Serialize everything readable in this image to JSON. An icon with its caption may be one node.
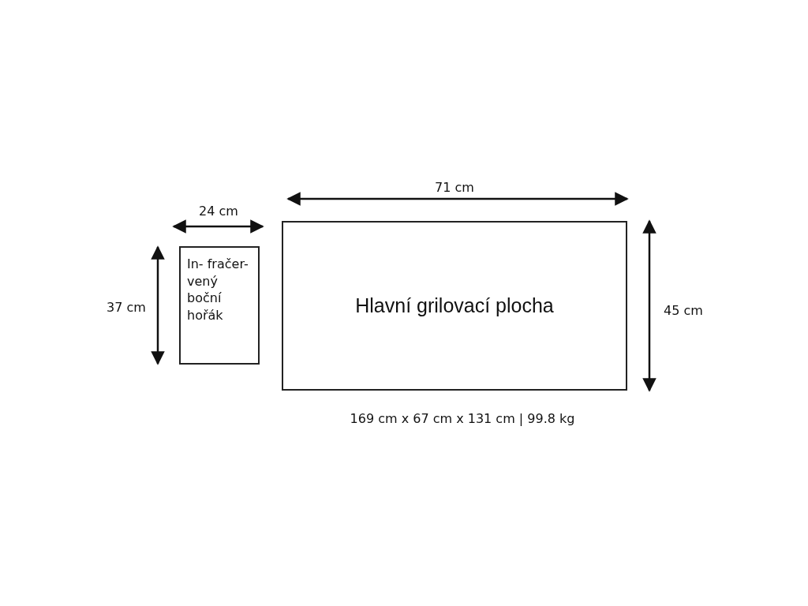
{
  "diagram": {
    "nodes": [
      {
        "text": [
          "In- fračer- vený boční hořák"
        ]
      },
      {
        "text": [
          "Hlavní grilovací plocha"
        ]
      }
    ],
    "labels": [
      "71 cm",
      "24 cm",
      "37 cm",
      "45 cm",
      "169 cm x 67 cm x 131 cm | 99.8 kg"
    ]
  }
}
